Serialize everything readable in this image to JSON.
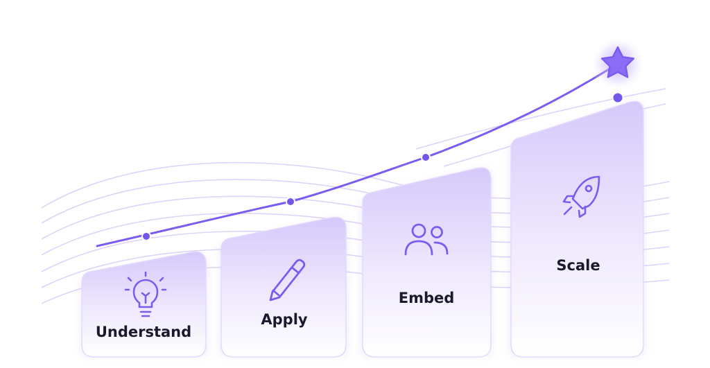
{
  "steps": [
    {
      "label": "Understand",
      "icon": "lightbulb-icon"
    },
    {
      "label": "Apply",
      "icon": "pencil-icon"
    },
    {
      "label": "Embed",
      "icon": "users-icon"
    },
    {
      "label": "Scale",
      "icon": "rocket-icon"
    }
  ],
  "goal": {
    "icon": "star-icon"
  },
  "colors": {
    "accent": "#7b5cf0",
    "accent_dark": "#6a4ce0",
    "card_top": "#dcd0fb",
    "card_bottom": "#ffffff",
    "wave": "#d9cff7",
    "text": "#1a1a2e"
  }
}
